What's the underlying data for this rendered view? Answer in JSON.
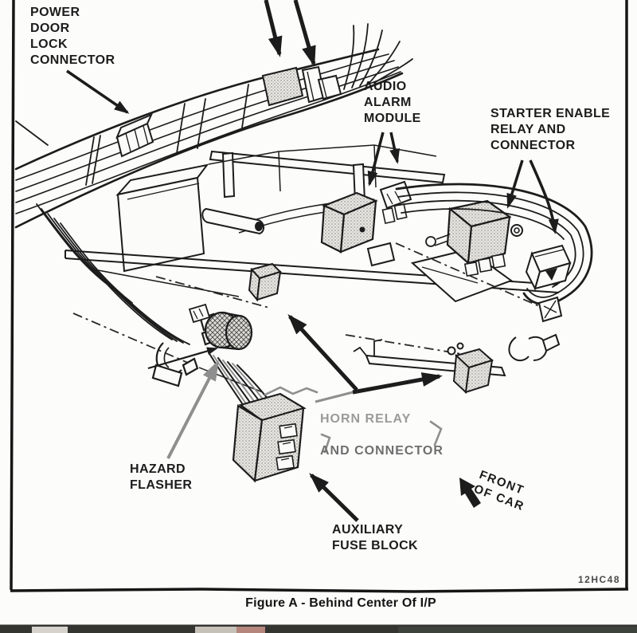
{
  "figure": {
    "caption": "Figure A - Behind Center Of I/P",
    "code": "12HC48"
  },
  "labels": {
    "power_door_lock": "POWER\nDOOR\nLOCK\nCONNECTOR",
    "audio_alarm": "AUDIO\nALARM\nMODULE",
    "starter_enable": "STARTER ENABLE\nRELAY AND\nCONNECTOR",
    "horn_relay_line1": "HORN RELAY",
    "horn_relay_line2": "AND CONNECTOR",
    "hazard_flasher": "HAZARD\nFLASHER",
    "aux_fuse_block": "AUXILIARY\nFUSE BLOCK",
    "front_of_car": "FRONT\nOF CAR"
  },
  "colors": {
    "ink": "#1c1c1c",
    "label_gray": "#9a9a9a",
    "label_gray_dark": "#6e6e6e",
    "gray_line": "#8f8f8f",
    "paper": "#fcfcfb",
    "strip_base": "#343431",
    "strip_light": "#d6d3cc",
    "strip_accent": "#b5867c"
  }
}
